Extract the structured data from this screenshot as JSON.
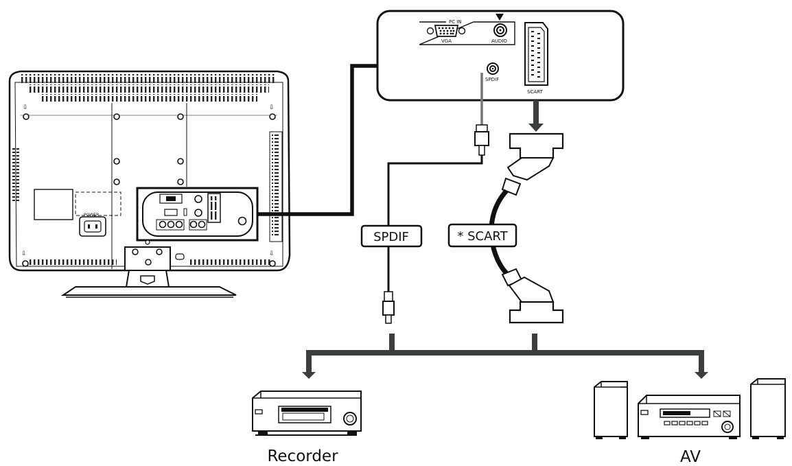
{
  "panel": {
    "pc_in": "PC IN",
    "vga": "VGA",
    "audio": "AUDIO",
    "spdif_port": "SPDIF",
    "scart_port": "SCART"
  },
  "tv": {
    "power_label": "POWER"
  },
  "cables": {
    "spdif": "SPDIF",
    "scart": "* SCART"
  },
  "devices": {
    "recorder": "Recorder",
    "av": "AV"
  }
}
